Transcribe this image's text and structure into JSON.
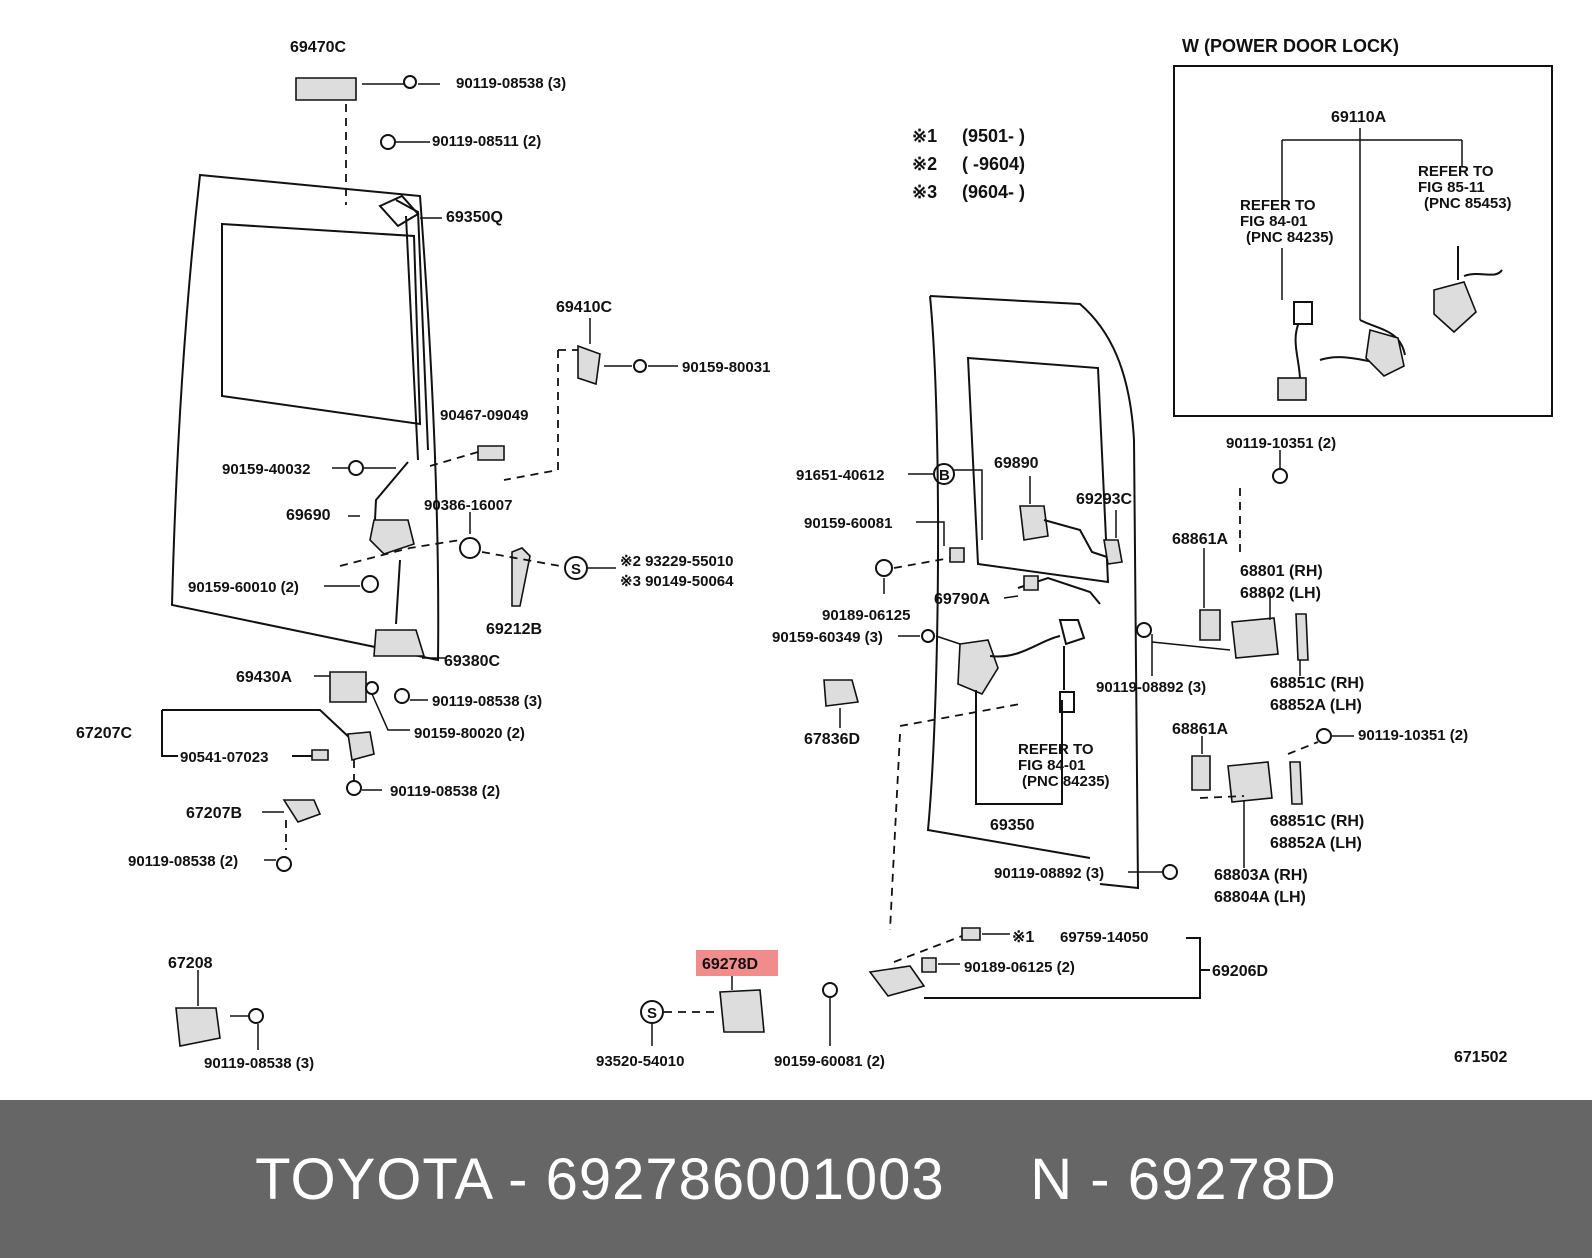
{
  "inset": {
    "title": "W (POWER  DOOR  LOCK)",
    "part": "69110A",
    "ref1": [
      "REFER TO",
      "FIG 84-01",
      "(PNC 84235)"
    ],
    "ref2": [
      "REFER TO",
      "FIG 85-11",
      "(PNC 85453)"
    ]
  },
  "notes": [
    {
      "mark": "※1",
      "range": "(9501-        )"
    },
    {
      "mark": "※2",
      "range": "(        -9604)"
    },
    {
      "mark": "※3",
      "range": "(9604-        )"
    }
  ],
  "labels": {
    "p69470C": "69470C",
    "p90119_08538_3a": "90119-08538 (3)",
    "p90119_08511_2": "90119-08511 (2)",
    "p69350Q": "69350Q",
    "p69410C": "69410C",
    "p90159_80031": "90159-80031",
    "p90467_09049": "90467-09049",
    "p90159_40032": "90159-40032",
    "p69690": "69690",
    "p90386_16007": "90386-16007",
    "s_symbol": "S",
    "p93229_55010": "※2 93229-55010",
    "p90149_50064": "※3 90149-50064",
    "p90159_60010_2": "90159-60010 (2)",
    "p69212B": "69212B",
    "p69380C": "69380C",
    "p69430A": "69430A",
    "p90119_08538_3b": "90119-08538 (3)",
    "p67207C": "67207C",
    "p90159_80020_2": "90159-80020 (2)",
    "p90541_07023": "90541-07023",
    "p90119_08538_2a": "90119-08538 (2)",
    "p67207B": "67207B",
    "p90119_08538_2b": "90119-08538 (2)",
    "p67208": "67208",
    "p90119_08538_3c": "90119-08538 (3)",
    "p69278D": "69278D",
    "p93520_54010": "93520-54010",
    "p90159_60081_2": "90159-60081 (2)",
    "p91651_40612": "91651-40612",
    "b_symbol": "B",
    "p69890": "69890",
    "p69293C": "69293C",
    "p90159_60081": "90159-60081",
    "p90189_06125": "90189-06125",
    "p69790A": "69790A",
    "p90159_60349_3": "90159-60349 (3)",
    "p67836D": "67836D",
    "ref3": [
      "REFER TO",
      "FIG 84-01",
      "(PNC 84235)"
    ],
    "p69350": "69350",
    "p90119_10351_2a": "90119-10351 (2)",
    "p68861A_a": "68861A",
    "p68801": "68801 (RH)",
    "p68802": "68802 (LH)",
    "p90119_08892_3a": "90119-08892 (3)",
    "p68851C_a": "68851C (RH)",
    "p68852A_a": "68852A (LH)",
    "p68861A_b": "68861A",
    "p90119_10351_2b": "90119-10351 (2)",
    "p68851C_b": "68851C (RH)",
    "p68852A_b": "68852A (LH)",
    "p90119_08892_3b": "90119-08892 (3)",
    "p68803A": "68803A   (RH)",
    "p68804A": "68804A   (LH)",
    "note1": "※1",
    "p69759_14050": "69759-14050",
    "p90189_06125_2": "90189-06125 (2)",
    "p69206D": "69206D",
    "fig_no": "671502"
  },
  "highlight_color": "#f08080",
  "footer": {
    "brand": "TOYOTA",
    "number": "692786001003",
    "ref_prefix": "N",
    "ref": "69278D"
  }
}
